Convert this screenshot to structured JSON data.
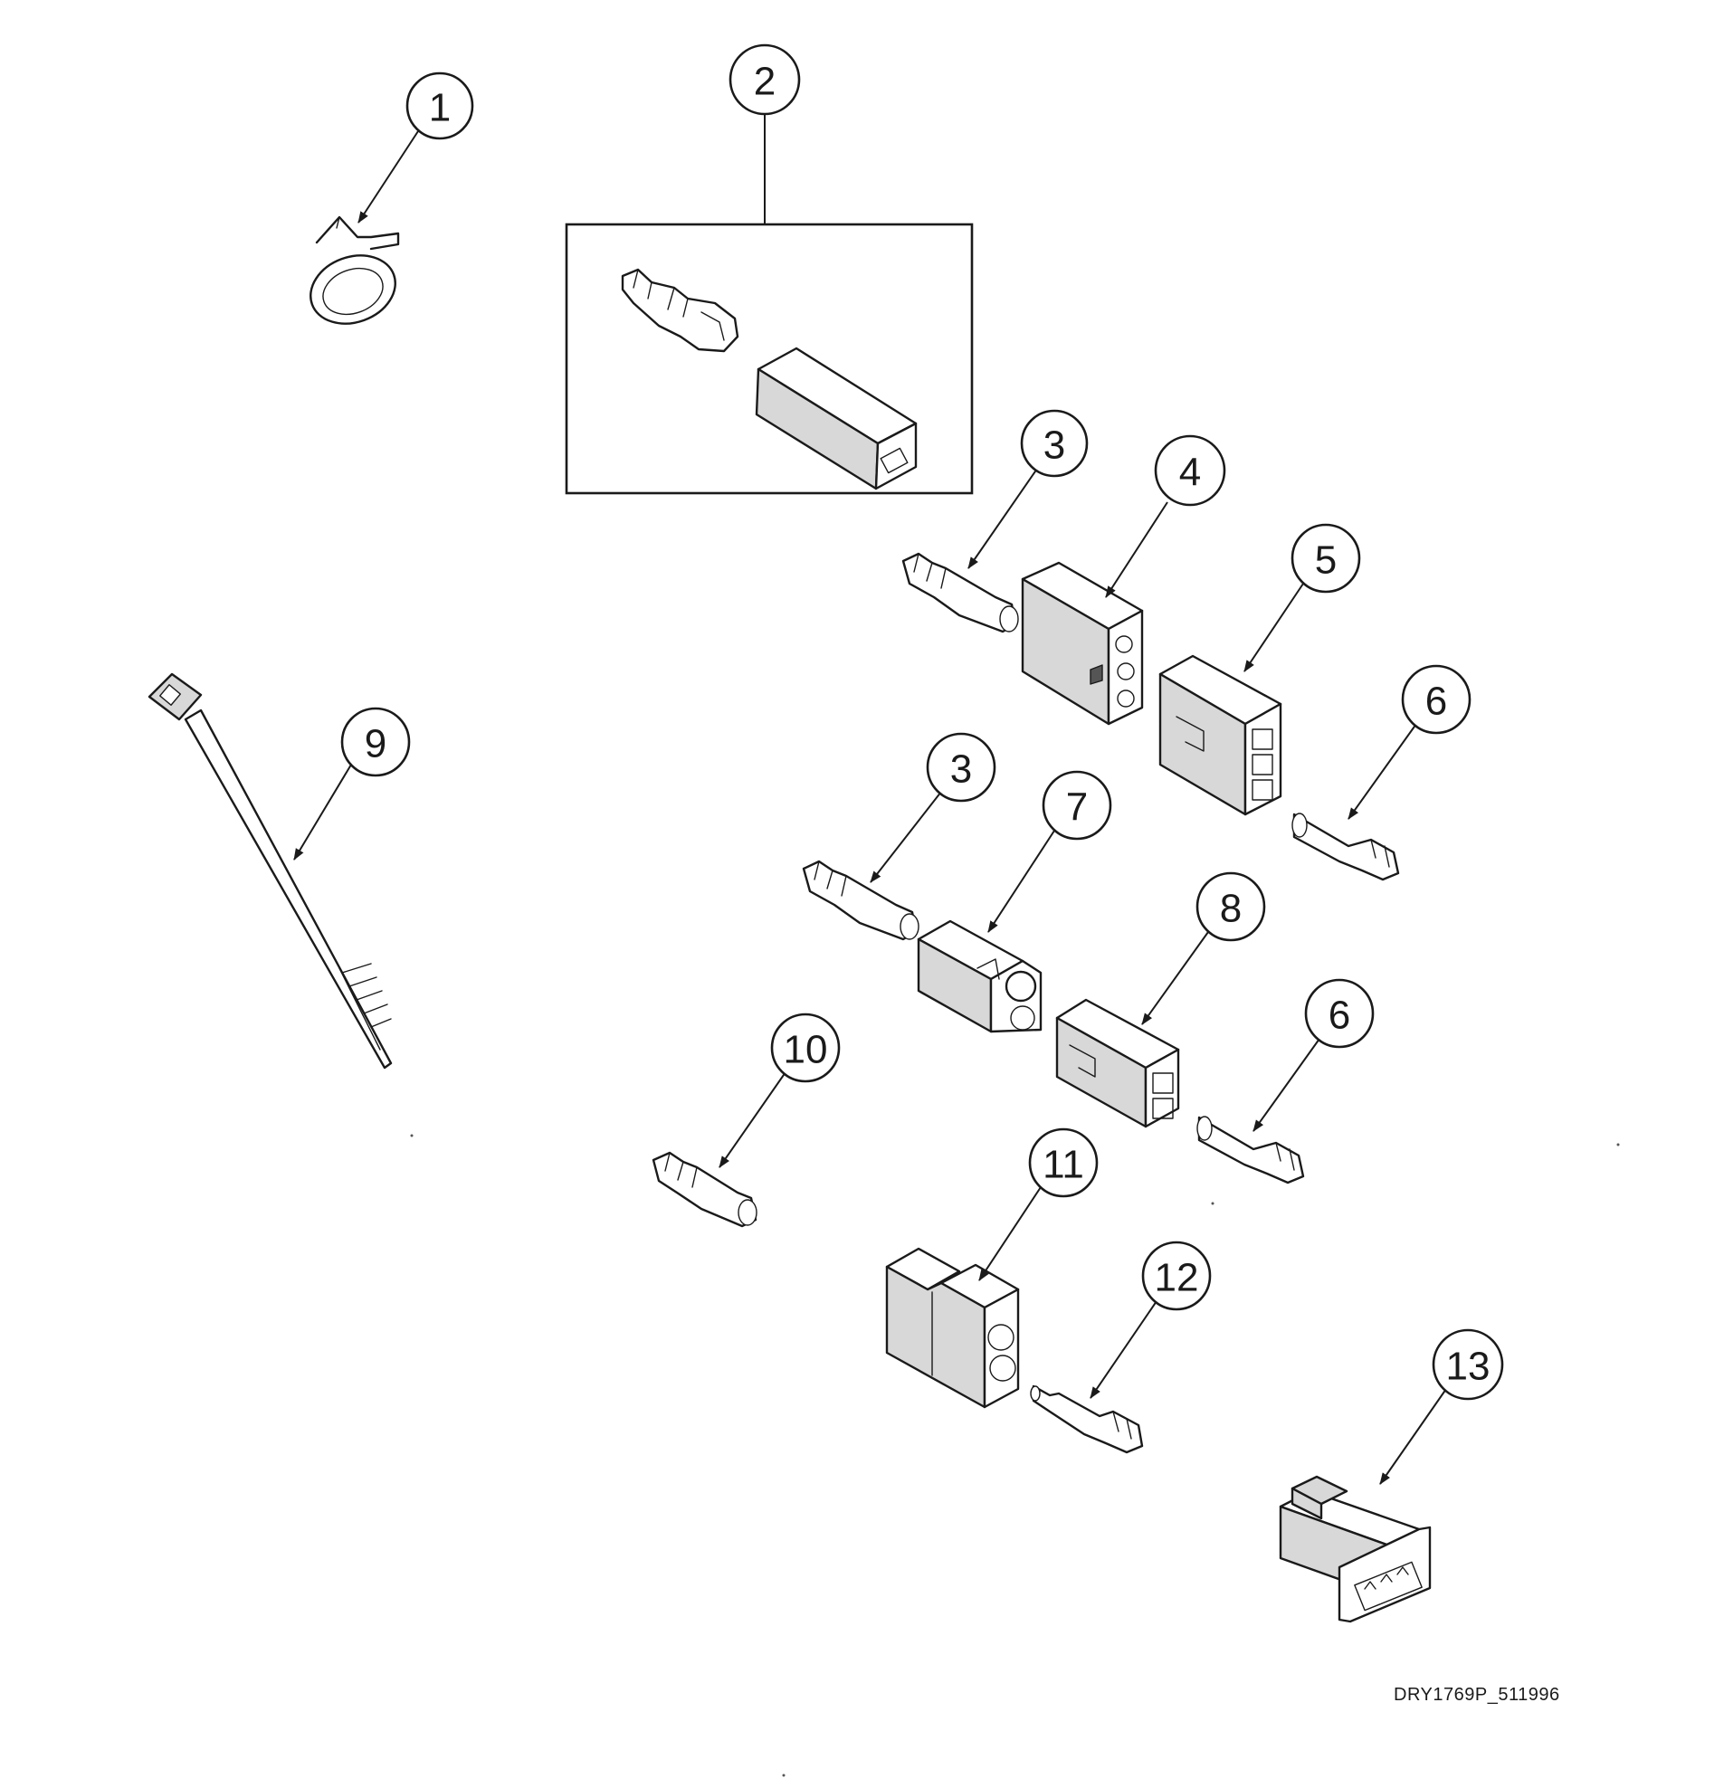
{
  "callouts": {
    "c1": "1",
    "c2": "2",
    "c3a": "3",
    "c3b": "3",
    "c4": "4",
    "c5": "5",
    "c6a": "6",
    "c6b": "6",
    "c7": "7",
    "c8": "8",
    "c9": "9",
    "c10": "10",
    "c11": "11",
    "c12": "12",
    "c13": "13"
  },
  "drawing_id": "DRY1769P_511996",
  "colors": {
    "line": "#1a1a1a",
    "background": "#ffffff"
  }
}
